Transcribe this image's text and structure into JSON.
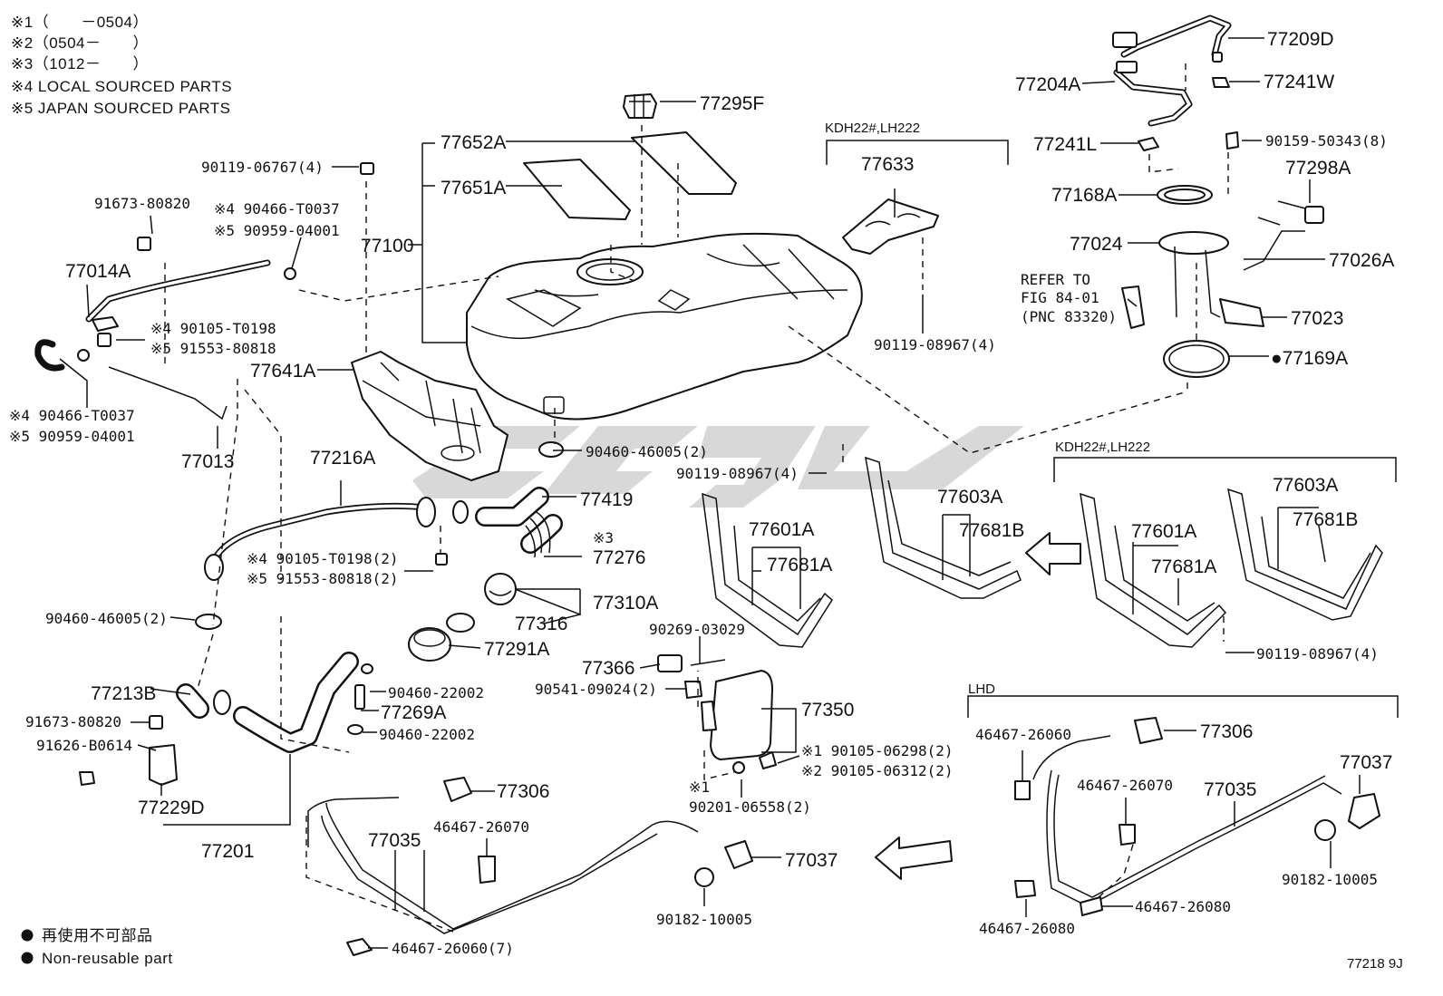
{
  "notes": {
    "n1": "※1（　　－0504）",
    "n2": "※2（0504－　　）",
    "n3": "※3（1012－　　）",
    "n4": "※4 LOCAL SOURCED PARTS",
    "n5": "※5 JAPAN SOURCED PARTS"
  },
  "legend": {
    "jp": "再使用不可部品",
    "en": "Non-reusable part"
  },
  "figure_id": "77218 9J",
  "groups": {
    "kdh_top": "KDH22#,LH222",
    "kdh_right": "KDH22#,LH222",
    "lhd": "LHD"
  },
  "refer": {
    "line1": "REFER TO",
    "line2": "FIG 84-01",
    "line3": "(PNC 83320)"
  },
  "labels": {
    "p77295F": "77295F",
    "p77652A": "77652A",
    "p77651A": "77651A",
    "p77100": "77100",
    "p90119_06767": "90119-06767(4)",
    "p91673_80820a": "91673-80820",
    "p90466_T0037_top": "※4 90466-T0037",
    "p90959_04001_top": "※5 90959-04001",
    "p77014A": "77014A",
    "p90105_T0198": "※4 90105-T0198",
    "p91553_80818": "※5 91553-80818",
    "p90466_T0037_bot": "※4 90466-T0037",
    "p90959_04001_bot": "※5 90959-04001",
    "p77013": "77013",
    "p77641A": "77641A",
    "p77216A": "77216A",
    "p90460_46005a": "90460-46005(2)",
    "p77419": "77419",
    "p77276_note": "※3",
    "p77276": "77276",
    "p90105_T0198_2": "※4 90105-T0198(2)",
    "p91553_80818_2": "※5 91553-80818(2)",
    "p90460_46005b": "90460-46005(2)",
    "p77310A": "77310A",
    "p77316": "77316",
    "p77291A": "77291A",
    "p77213B": "77213B",
    "p91673_80820b": "91673-80820",
    "p91626_B0614": "91626-B0614",
    "p77229D": "77229D",
    "p77201": "77201",
    "p90460_22002a": "90460-22002",
    "p77269A": "77269A",
    "p90460_22002b": "90460-22002",
    "p77633": "77633",
    "p90119_08967a": "90119-08967(4)",
    "p90119_08967b": "90119-08967(4)",
    "p77603A_l": "77603A",
    "p77681B_l": "77681B",
    "p77601A_l": "77601A",
    "p77681A_l": "77681A",
    "p77603A_r": "77603A",
    "p77681B_r": "77681B",
    "p77601A_r": "77601A",
    "p77681A_r": "77681A",
    "p90119_08967c": "90119-08967(4)",
    "p90269_03029": "90269-03029",
    "p77366": "77366",
    "p90541_09024": "90541-09024(2)",
    "p77350": "77350",
    "p90105_06298": "※1 90105-06298(2)",
    "p90105_06312": "※2 90105-06312(2)",
    "p90201_note": "※1",
    "p90201_06558": "90201-06558(2)",
    "p77306_c": "77306",
    "p46467_26070_c": "46467-26070",
    "p77035_c": "77035",
    "p77037_c": "77037",
    "p90182_10005_c": "90182-10005",
    "p46467_26060_7": "46467-26060(7)",
    "p77209D": "77209D",
    "p77204A": "77204A",
    "p77241W": "77241W",
    "p77241L": "77241L",
    "p90159_50343": "90159-50343(8)",
    "p77168A": "77168A",
    "p77298A": "77298A",
    "p77024": "77024",
    "p77026A": "77026A",
    "p77023": "77023",
    "p77169A": "●77169A",
    "p46467_26060_r": "46467-26060",
    "p77306_r": "77306",
    "p46467_26070_r": "46467-26070",
    "p77035_r": "77035",
    "p77037_r": "77037",
    "p90182_10005_r": "90182-10005",
    "p46467_26080_a": "46467-26080",
    "p46467_26080_b": "46467-26080"
  }
}
